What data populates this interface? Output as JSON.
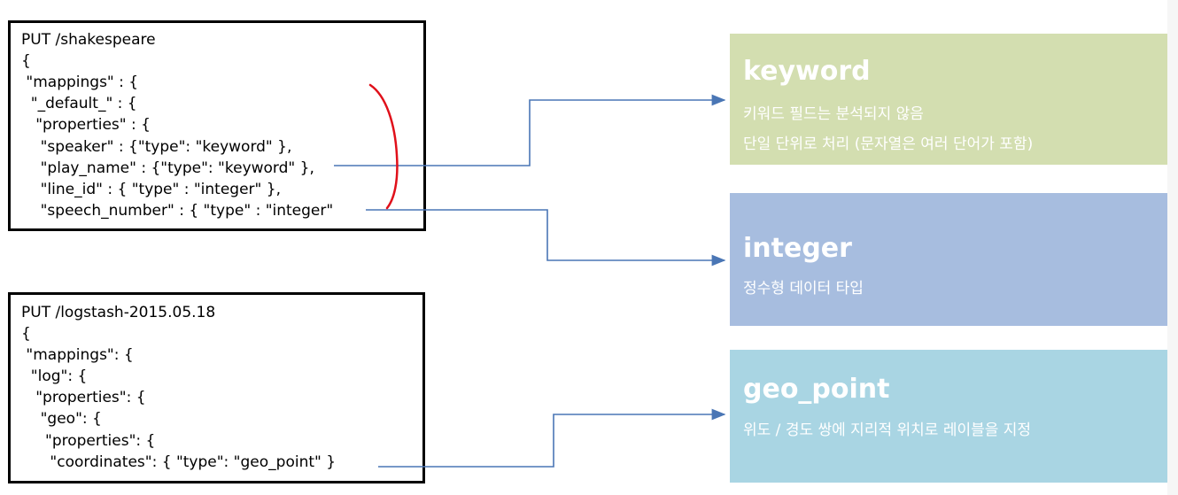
{
  "mapping1": {
    "lines": [
      "PUT /shakespeare",
      "{",
      " \"mappings\" : {",
      "  \"_default_\" : {",
      "   \"properties\" : {",
      "    \"speaker\" : {\"type\": \"keyword\" },",
      "    \"play_name\" : {\"type\": \"keyword\" },",
      "    \"line_id\" : { \"type\" : \"integer\" },",
      "    \"speech_number\" : { \"type\" : \"integer\""
    ]
  },
  "mapping2": {
    "lines": [
      "PUT /logstash-2015.05.18",
      "{",
      " \"mappings\": {",
      "  \"log\": {",
      "   \"properties\": {",
      "    \"geo\": {",
      "     \"properties\": {",
      "      \"coordinates\": { \"type\": \"geo_point\" }"
    ]
  },
  "cards": {
    "keyword": {
      "title": "keyword",
      "desc1": "키워드 필드는 분석되지 않음",
      "desc2": "단일 단위로 처리 (문자열은 여러 단어가 포함)",
      "color": "#d3deb0"
    },
    "integer": {
      "title": "integer",
      "desc1": "정수형 데이터 타입",
      "color": "#a7bddf"
    },
    "geo_point": {
      "title": "geo_point",
      "desc1": "위도 / 경도 쌍에 지리적 위치로 레이블을 지정",
      "color": "#a9d5e3"
    }
  },
  "colors": {
    "highlight": "#e3a8aa",
    "connector": "#4a76b5",
    "annotation": "#e0101a"
  }
}
